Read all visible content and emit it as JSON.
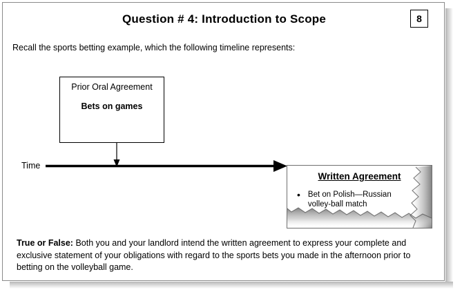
{
  "slide": {
    "title": "Question # 4: Introduction to Scope",
    "page_number": "8",
    "intro": "Recall the sports betting example, which the following timeline represents:"
  },
  "diagram": {
    "time_axis_label": "Time",
    "prior_oral_agreement": {
      "title": "Prior Oral Agreement",
      "subtitle": "Bets on games"
    },
    "written_agreement": {
      "heading": "Written Agreement",
      "bullet_marker": "•",
      "bullet_text": "Bet on Polish—Russian volley-ball match"
    }
  },
  "question": {
    "prefix": "True or False:",
    "body": " Both you and your landlord intend the written agreement to express your complete and exclusive statement of your obligations with regard to the sports bets you made in the afternoon prior to betting on the volleyball game."
  },
  "colors": {
    "frame_border": "#8a8a8a",
    "ink": "#000000",
    "paper": "#ffffff",
    "torn_shadow": "#9a9a9a"
  }
}
